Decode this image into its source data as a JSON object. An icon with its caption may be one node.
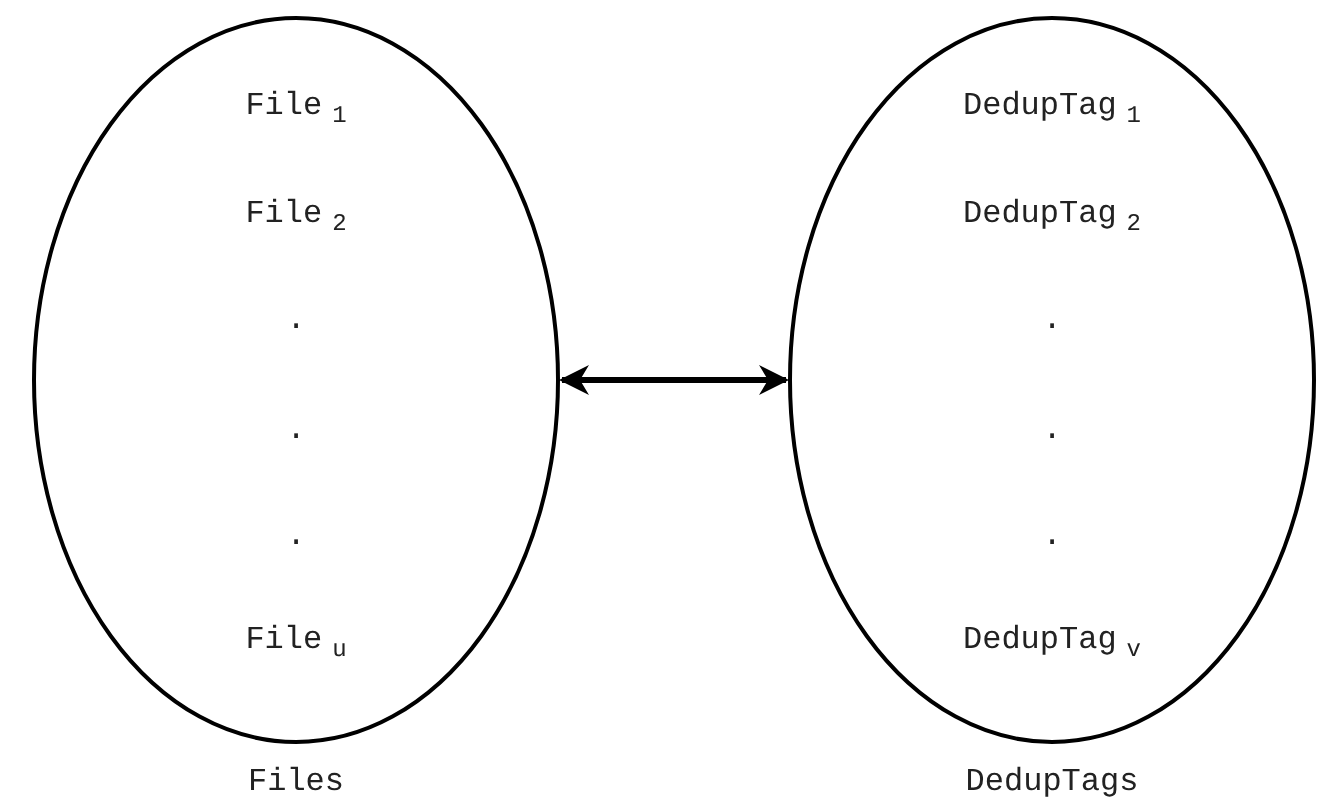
{
  "diagram": {
    "nodes": [
      {
        "text": [
          "File$_{1}$",
          "File$_{2}$",
          ".",
          ".",
          ".",
          "File$_{u}$"
        ],
        "beside": [
          "Files"
        ]
      },
      {
        "text": [
          "DedupTag$_{1}$",
          "DedupTag$_{2}$",
          ".",
          ".",
          ".",
          "DedupTag$_{v}$"
        ],
        "beside": [
          "DedupTags"
        ]
      }
    ],
    "edges": [
      {
        "from": 0,
        "to": 1,
        "arrow": "both"
      }
    ]
  }
}
